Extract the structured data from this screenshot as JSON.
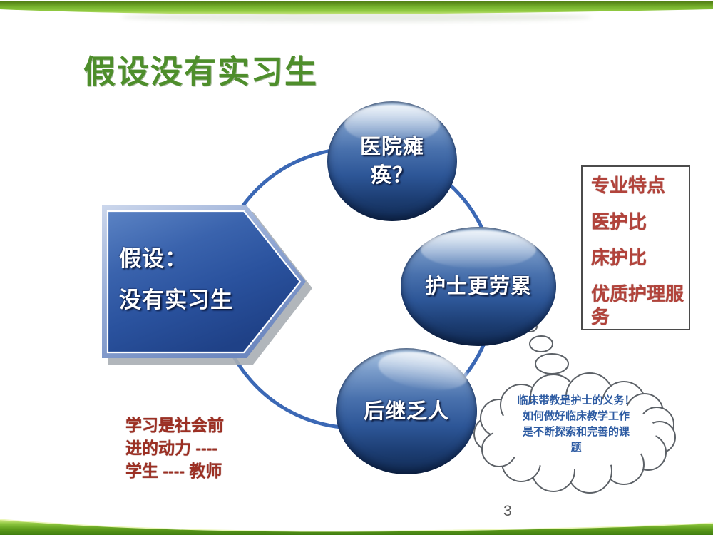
{
  "title": "假设没有实习生",
  "arrow": {
    "line1": "假设：",
    "line2": "没有实习生"
  },
  "bubbles": {
    "top": "医院瘫痪？",
    "middle": "护士更劳累",
    "bottom": "后继乏人"
  },
  "side_box": {
    "items": [
      "专业特点",
      "医护比",
      "床护比",
      "优质护理服务"
    ]
  },
  "cloud": {
    "lines": [
      "临床带教是护士的义务！",
      "如何做好临床教学工作",
      "是不断探索和完善的课",
      "题"
    ]
  },
  "note": {
    "lines": [
      "学习是社会前",
      "进的动力 ----",
      "学生 ---- 教师"
    ]
  },
  "footer": {
    "page_number": "3"
  },
  "colors": {
    "title_green": "#4e8e2b",
    "band_green_light": "#8dc63f",
    "band_green_dark": "#3f7c10",
    "bubble_blue": "#2d5697",
    "connector_blue": "#3b68b5",
    "box_red": "#b2433b",
    "note_red": "#9c2f23",
    "cloud_text_blue": "#2d5ba2",
    "page_gray": "#595959"
  }
}
